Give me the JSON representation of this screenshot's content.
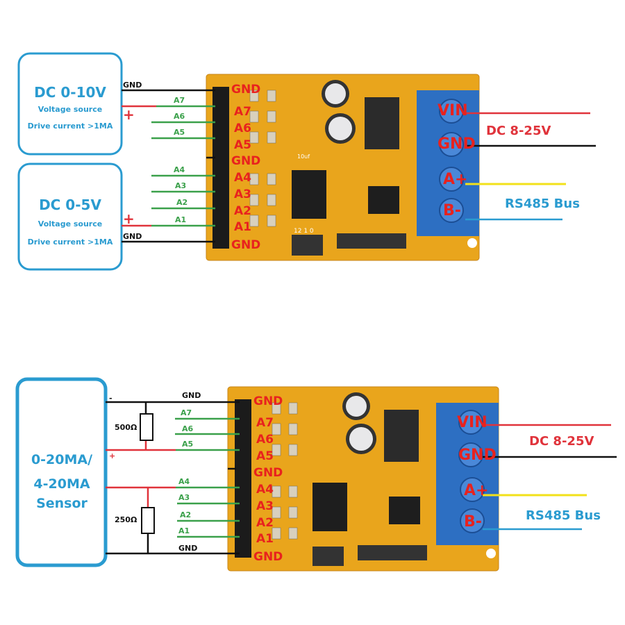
{
  "top": {
    "source1": {
      "title": "DC 0-10V",
      "line1": "Voltage source",
      "line2": "Drive current >1MA"
    },
    "source2": {
      "title": "DC 0-5V",
      "line1": "Voltage source",
      "line2": "Drive current >1MA"
    },
    "wires": {
      "gnd1": "GND",
      "plus1": "+",
      "a7": "A7",
      "a6": "A6",
      "a5": "A5",
      "a4": "A4",
      "a3": "A3",
      "a2": "A2",
      "a1": "A1",
      "plus2": "+",
      "gnd2": "GND"
    },
    "pins": [
      "GND",
      "A7",
      "A6",
      "A5",
      "GND",
      "A4",
      "A3",
      "A2",
      "A1",
      "GND"
    ],
    "terminals": [
      "VIN",
      "GND",
      "A+",
      "B-"
    ],
    "power_label": "DC 8-25V",
    "bus_label": "RS485 Bus"
  },
  "bottom": {
    "sensor": {
      "line1": "0-20MA/",
      "line2": "4-20MA",
      "line3": "Sensor"
    },
    "wires": {
      "minus": "-",
      "gnd1": "GND",
      "a7": "A7",
      "a6": "A6",
      "a5": "A5",
      "plus": "+",
      "a4": "A4",
      "a3": "A3",
      "a2": "A2",
      "a1": "A1",
      "gnd2": "GND"
    },
    "resistor1": "500Ω",
    "resistor2": "250Ω",
    "pins": [
      "GND",
      "A7",
      "A6",
      "A5",
      "GND",
      "A4",
      "A3",
      "A2",
      "A1",
      "GND"
    ],
    "terminals": [
      "VIN",
      "GND",
      "A+",
      "B-"
    ],
    "power_label": "DC 8-25V",
    "bus_label": "RS485 Bus"
  },
  "board_silkscreen": {
    "cap": "10uf",
    "jumper": "12 1 0"
  },
  "colors": {
    "box_border": "#2a9bd0",
    "pcb": "#e9a51c",
    "terminal_block": "#2d6fc2",
    "signal_wire": "#3aa04a",
    "positive_wire": "#e0333b",
    "ground_wire": "#111111",
    "rs485_a": "#f2e11a",
    "rs485_b": "#2a9bd0"
  }
}
